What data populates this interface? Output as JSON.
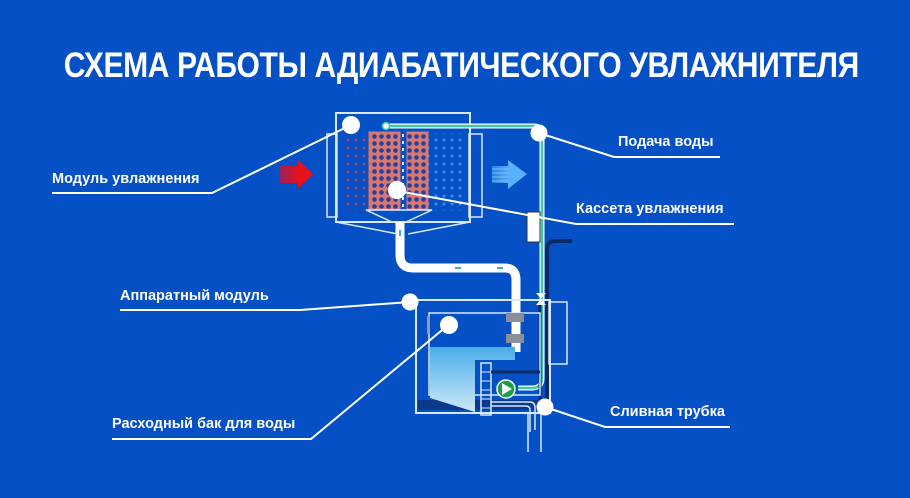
{
  "title": "СХЕМА РАБОТЫ АДИАБАТИЧЕСКОГО УВЛАЖНИТЕЛЯ",
  "labels": {
    "humidification_module": "Модуль увлажнения",
    "water_supply": "Подача воды",
    "humidification_cassette": "Кассета увлажнения",
    "hardware_module": "Аппаратный модуль",
    "water_tank": "Расходный бак для воды",
    "drain_pipe": "Сливная трубка"
  },
  "icons": {
    "inflow_arrow": "arrow-right-red",
    "outflow_arrow": "arrow-right-light-blue",
    "pump": "pump-icon",
    "valve": "valve-icon"
  },
  "colors": {
    "background": "#0450c4",
    "line": "#ffffff",
    "water_pipe": "#3fc9a8",
    "cassette": "#d9786e",
    "pump": "#1aa04a",
    "water": "#5ab8f0",
    "inflow": "#d41a2a",
    "outflow": "#4fa8ff"
  }
}
